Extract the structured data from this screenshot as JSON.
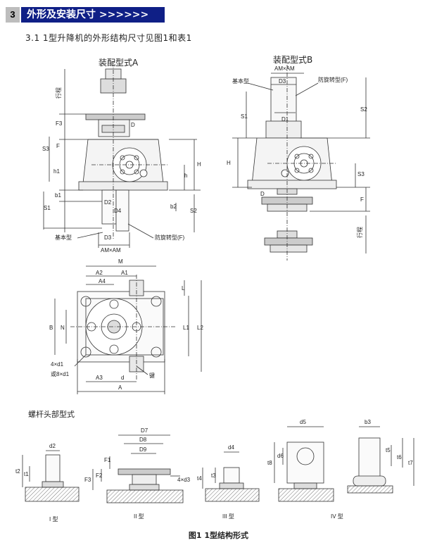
{
  "section": {
    "number": "3",
    "title": "外形及安装尺寸 >>>>>>"
  },
  "subtitle": "3.1  1型升降机的外形结构尺寸见图1和表1",
  "view_a": {
    "title": "装配型式A",
    "labels": {
      "stroke": "行程",
      "F3": "F3",
      "D": "D",
      "S3": "S3",
      "F": "F",
      "H": "H",
      "h1": "h1",
      "h": "h",
      "b1": "b1",
      "S1": "S1",
      "D2": "D2",
      "D4": "D4",
      "b2": "b2",
      "S2": "S2",
      "D3": "D3",
      "base": "基本型",
      "anti": "防旋转型(F)",
      "amxam": "AM×AM"
    }
  },
  "view_b": {
    "title": "装配型式B",
    "labels": {
      "amxam": "AM×AM",
      "base": "基本型",
      "D3": "D3",
      "anti": "防旋转型(F)",
      "S1": "S1",
      "D1": "D1",
      "S2": "S2",
      "H": "H",
      "S3": "S3",
      "D": "D",
      "F": "F",
      "stroke": "行程"
    }
  },
  "plan": {
    "labels": {
      "M": "M",
      "A2": "A2",
      "A1": "A1",
      "A4": "A4",
      "L": "L",
      "B": "B",
      "N": "N",
      "L1": "L1",
      "L2": "L2",
      "d1": "4×d1",
      "d1alt": "或8×d1",
      "A3": "A3",
      "d": "d",
      "key": "键",
      "A": "A"
    }
  },
  "screw_heads": {
    "title": "螺杆头部型式",
    "types": [
      {
        "name": "I 型",
        "labels": [
          "d2",
          "t2",
          "t1"
        ]
      },
      {
        "name": "II 型",
        "labels": [
          "D7",
          "D8",
          "D9",
          "F1",
          "F3",
          "F2",
          "4×d3"
        ]
      },
      {
        "name": "III 型",
        "labels": [
          "d4",
          "t3",
          "t4"
        ]
      },
      {
        "name": "IV 型",
        "labels": [
          "d5",
          "t8",
          "d6",
          "t5",
          "t6",
          "t7",
          "b3"
        ]
      }
    ]
  },
  "caption": "图1   1型结构形式"
}
